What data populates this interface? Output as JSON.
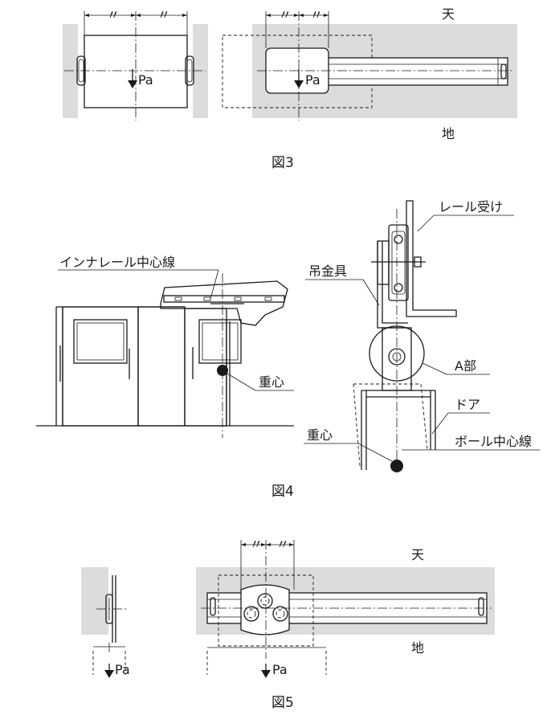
{
  "fig3": {
    "caption": "図3",
    "load_left": "Pa",
    "load_right": "Pa",
    "top_label": "天",
    "bottom_label": "地",
    "dim_marks": [
      "〃",
      "〃",
      "〃",
      "〃"
    ]
  },
  "fig4": {
    "caption": "図4",
    "inner_rail_centerline": "インナレール中心線",
    "center_of_gravity_left": "重心",
    "rail_holder": "レール受け",
    "hanger_fitting": "吊金具",
    "part_a": "A部",
    "door": "ドア",
    "center_of_gravity_right": "重心",
    "ball_centerline": "ボール中心線"
  },
  "fig5": {
    "caption": "図5",
    "load_left": "Pa",
    "load_right": "Pa",
    "top_label": "天",
    "bottom_label": "地",
    "dim_marks": [
      "〃",
      "〃"
    ]
  }
}
